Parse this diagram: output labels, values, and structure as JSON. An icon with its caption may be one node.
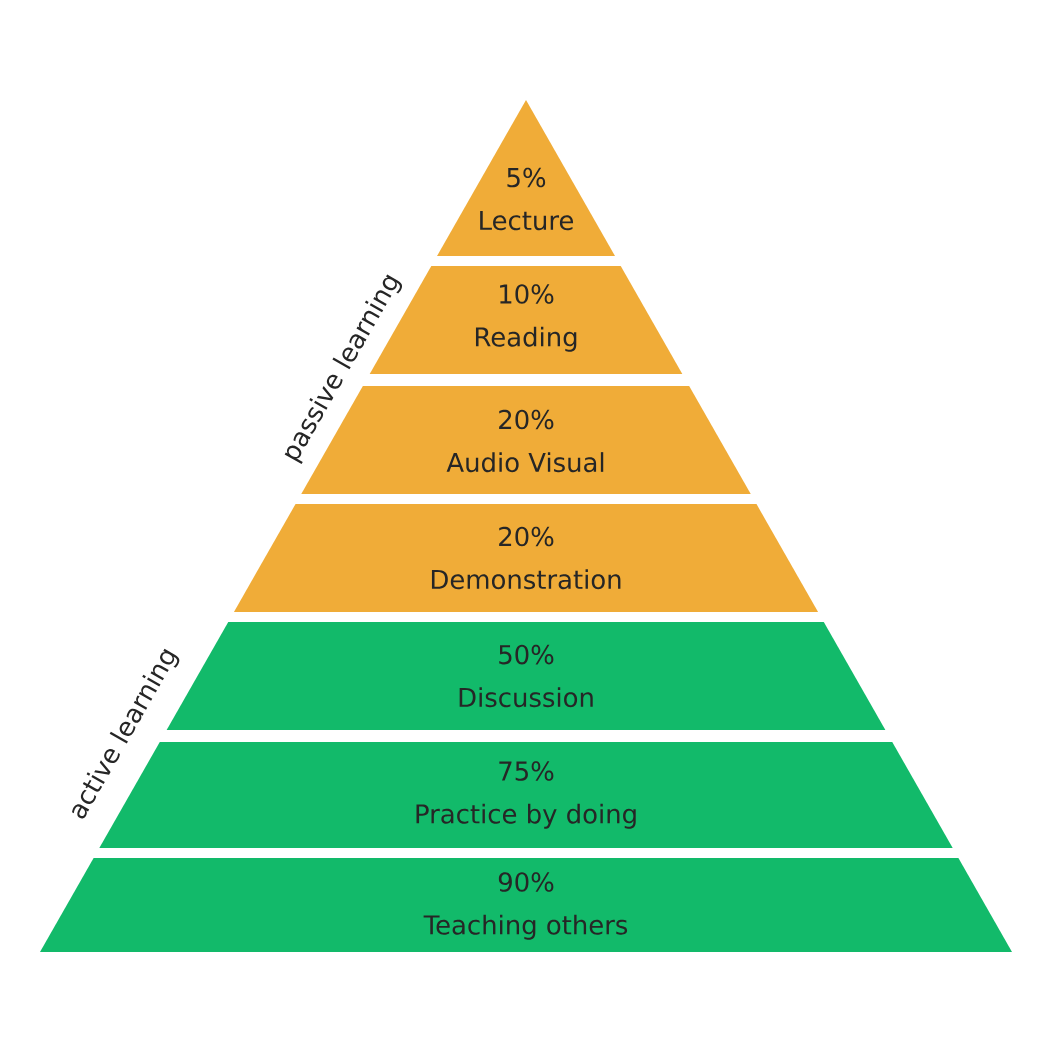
{
  "diagram": {
    "nodes": [
      {
        "text": [
          "5%",
          "Lecture"
        ]
      },
      {
        "text": [
          "10%",
          "Reading"
        ]
      },
      {
        "text": [
          "20%",
          "Audio Visual"
        ]
      },
      {
        "text": [
          "20%",
          "Demonstration"
        ]
      },
      {
        "text": [
          "50%",
          "Discussion"
        ]
      },
      {
        "text": [
          "75%",
          "Practice by doing"
        ]
      },
      {
        "text": [
          "90%",
          "Teaching others"
        ]
      }
    ],
    "labels": [
      "passive learning",
      "active learning"
    ]
  }
}
